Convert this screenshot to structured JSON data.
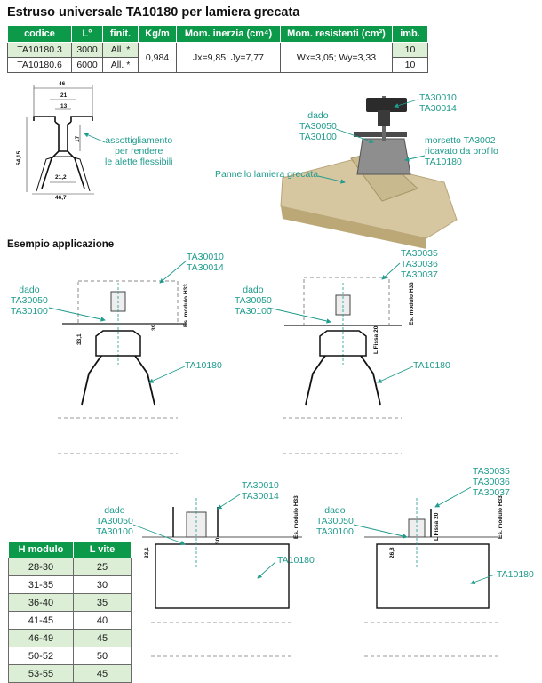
{
  "title": "Estruso universale TA10180 per lamiera grecata",
  "spec_table": {
    "headers": [
      "codice",
      "L°",
      "finit.",
      "Kg/m",
      "Mom. inerzia (cm⁴)",
      "Mom. resistenti (cm³)",
      "imb."
    ],
    "rows": [
      [
        "TA10180.3",
        "3000",
        "All. *",
        "10"
      ],
      [
        "TA10180.6",
        "6000",
        "All. *",
        "10"
      ]
    ],
    "kgm": "0,984",
    "inerzia": "Jx=9,85; Jy=7,77",
    "resistenti": "Wx=3,05; Wy=3,33"
  },
  "profile_dims": {
    "top": "46",
    "w21": "21",
    "w13": "13",
    "h17": "17",
    "h54": "54,15",
    "w212": "21,2",
    "w467": "46,7"
  },
  "profile_note": "assottigliamento\nper rendere\nle alette flessibili",
  "photo_labels": {
    "dado": "dado\nTA30050\nTA30100",
    "top": "TA30010\nTA30014",
    "morsetto": "morsetto TA3002\nricavato da profilo\nTA10180",
    "pannello": "Pannello lamiera grecata"
  },
  "app_title": "Esempio applicazione",
  "app1": {
    "top": "TA30010\nTA30014",
    "dado": "dado\nTA30050\nTA30100",
    "profile": "TA10180",
    "d331": "33,1",
    "d39": "39",
    "dmod": "Es. modulo H33"
  },
  "app2": {
    "top": "TA30035\nTA30036\nTA30037",
    "dado": "dado\nTA30050\nTA30100",
    "profile": "TA10180",
    "dmod": "Es. modulo H33",
    "dlv": "L Fissa 20"
  },
  "app3": {
    "top": "TA30010\nTA30014",
    "dado": "dado\nTA30050\nTA30100",
    "profile": "TA10180",
    "d331": "33,1",
    "d30": "30",
    "dmod": "Es. modulo H33"
  },
  "app4": {
    "top": "TA30035\nTA30036\nTA30037",
    "dado": "dado\nTA30050\nTA30100",
    "profile": "TA10180",
    "d268": "26,8",
    "dlv": "L Fissa 20",
    "dmod": "Es. modulo H33"
  },
  "hmodulo_table": {
    "headers": [
      "H modulo",
      "L vite"
    ],
    "rows": [
      [
        "28-30",
        "25"
      ],
      [
        "31-35",
        "30"
      ],
      [
        "36-40",
        "35"
      ],
      [
        "41-45",
        "40"
      ],
      [
        "46-49",
        "45"
      ],
      [
        "50-52",
        "50"
      ],
      [
        "53-55",
        "45"
      ]
    ]
  },
  "colors": {
    "header_green": "#0c9a4a",
    "row_tint": "#dcefd6",
    "label_teal": "#1e9b8c",
    "panel": "#d6c7a0"
  }
}
